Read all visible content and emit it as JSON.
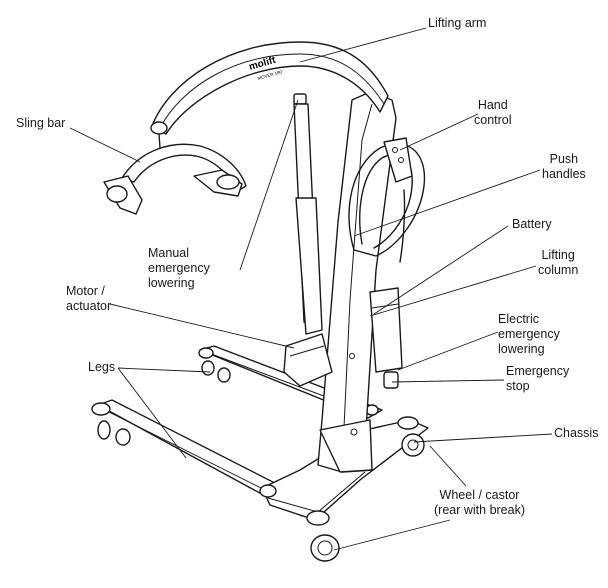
{
  "brand": {
    "name": "molift",
    "model": "MOVER 180"
  },
  "labels": {
    "lifting_arm": [
      "Lifting arm"
    ],
    "sling_bar": [
      "Sling bar"
    ],
    "hand_control": [
      "Hand",
      "control"
    ],
    "push_handles": [
      "Push",
      "handles"
    ],
    "battery": [
      "Battery"
    ],
    "lifting_column": [
      "Lifting",
      "column"
    ],
    "manual_emergency_lowering": [
      "Manual",
      "emergency",
      "lowering"
    ],
    "motor_actuator": [
      "Motor /",
      "actuator"
    ],
    "electric_emergency_lowering": [
      "Electric",
      "emergency",
      "lowering"
    ],
    "legs": [
      "Legs"
    ],
    "emergency_stop": [
      "Emergency",
      "stop"
    ],
    "chassis": [
      "Chassis"
    ],
    "wheel_castor": [
      "Wheel / castor",
      "(rear with break)"
    ]
  }
}
